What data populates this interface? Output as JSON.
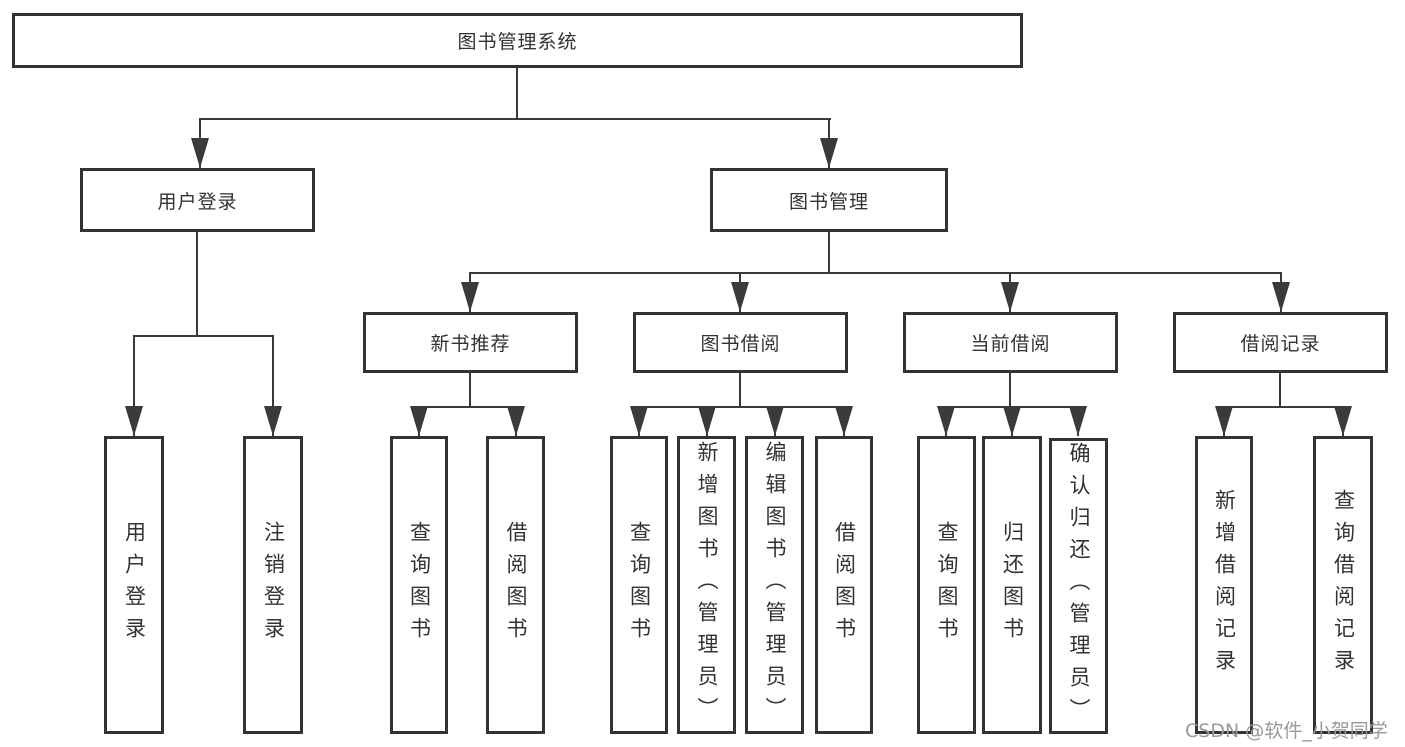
{
  "diagram_title": "图书管理系统",
  "colors": {
    "line": "#3a3a3a",
    "box_border": "#333333",
    "text": "#333333",
    "background": "#ffffff",
    "watermark_text": "#9a9a9a"
  },
  "nodes": {
    "root": {
      "label": "图书管理系统"
    },
    "user_login": {
      "label": "用户登录"
    },
    "book_mgmt": {
      "label": "图书管理"
    },
    "new_book_rec": {
      "label": "新书推荐"
    },
    "book_borrow": {
      "label": "图书借阅"
    },
    "current_borrow": {
      "label": "当前借阅"
    },
    "borrow_records": {
      "label": "借阅记录"
    },
    "leaf_user_login": {
      "label": "用户登录"
    },
    "leaf_logout": {
      "label": "注销登录"
    },
    "leaf_query_book_a": {
      "label": "查询图书"
    },
    "leaf_borrow_book_a": {
      "label": "借阅图书"
    },
    "leaf_query_book_b": {
      "label": "查询图书"
    },
    "leaf_add_book_admin": {
      "label": "新增图书（管理员）"
    },
    "leaf_edit_book_admin": {
      "label": "编辑图书（管理员）"
    },
    "leaf_borrow_book_b": {
      "label": "借阅图书"
    },
    "leaf_query_book_c": {
      "label": "查询图书"
    },
    "leaf_return_book": {
      "label": "归还图书"
    },
    "leaf_confirm_return_admin": {
      "label": "确认归还（管理员）"
    },
    "leaf_add_borrow_record": {
      "label": "新增借阅记录"
    },
    "leaf_query_borrow_record": {
      "label": "查询借阅记录"
    }
  },
  "hierarchy": {
    "root": "图书管理系统",
    "children": [
      {
        "label": "用户登录",
        "children": [
          "用户登录",
          "注销登录"
        ]
      },
      {
        "label": "图书管理",
        "children": [
          {
            "label": "新书推荐",
            "children": [
              "查询图书",
              "借阅图书"
            ]
          },
          {
            "label": "图书借阅",
            "children": [
              "查询图书",
              "新增图书（管理员）",
              "编辑图书（管理员）",
              "借阅图书"
            ]
          },
          {
            "label": "当前借阅",
            "children": [
              "查询图书",
              "归还图书",
              "确认归还（管理员）"
            ]
          },
          {
            "label": "借阅记录",
            "children": [
              "新增借阅记录",
              "查询借阅记录"
            ]
          }
        ]
      }
    ]
  },
  "watermark": "CSDN @软件_小贺同学"
}
